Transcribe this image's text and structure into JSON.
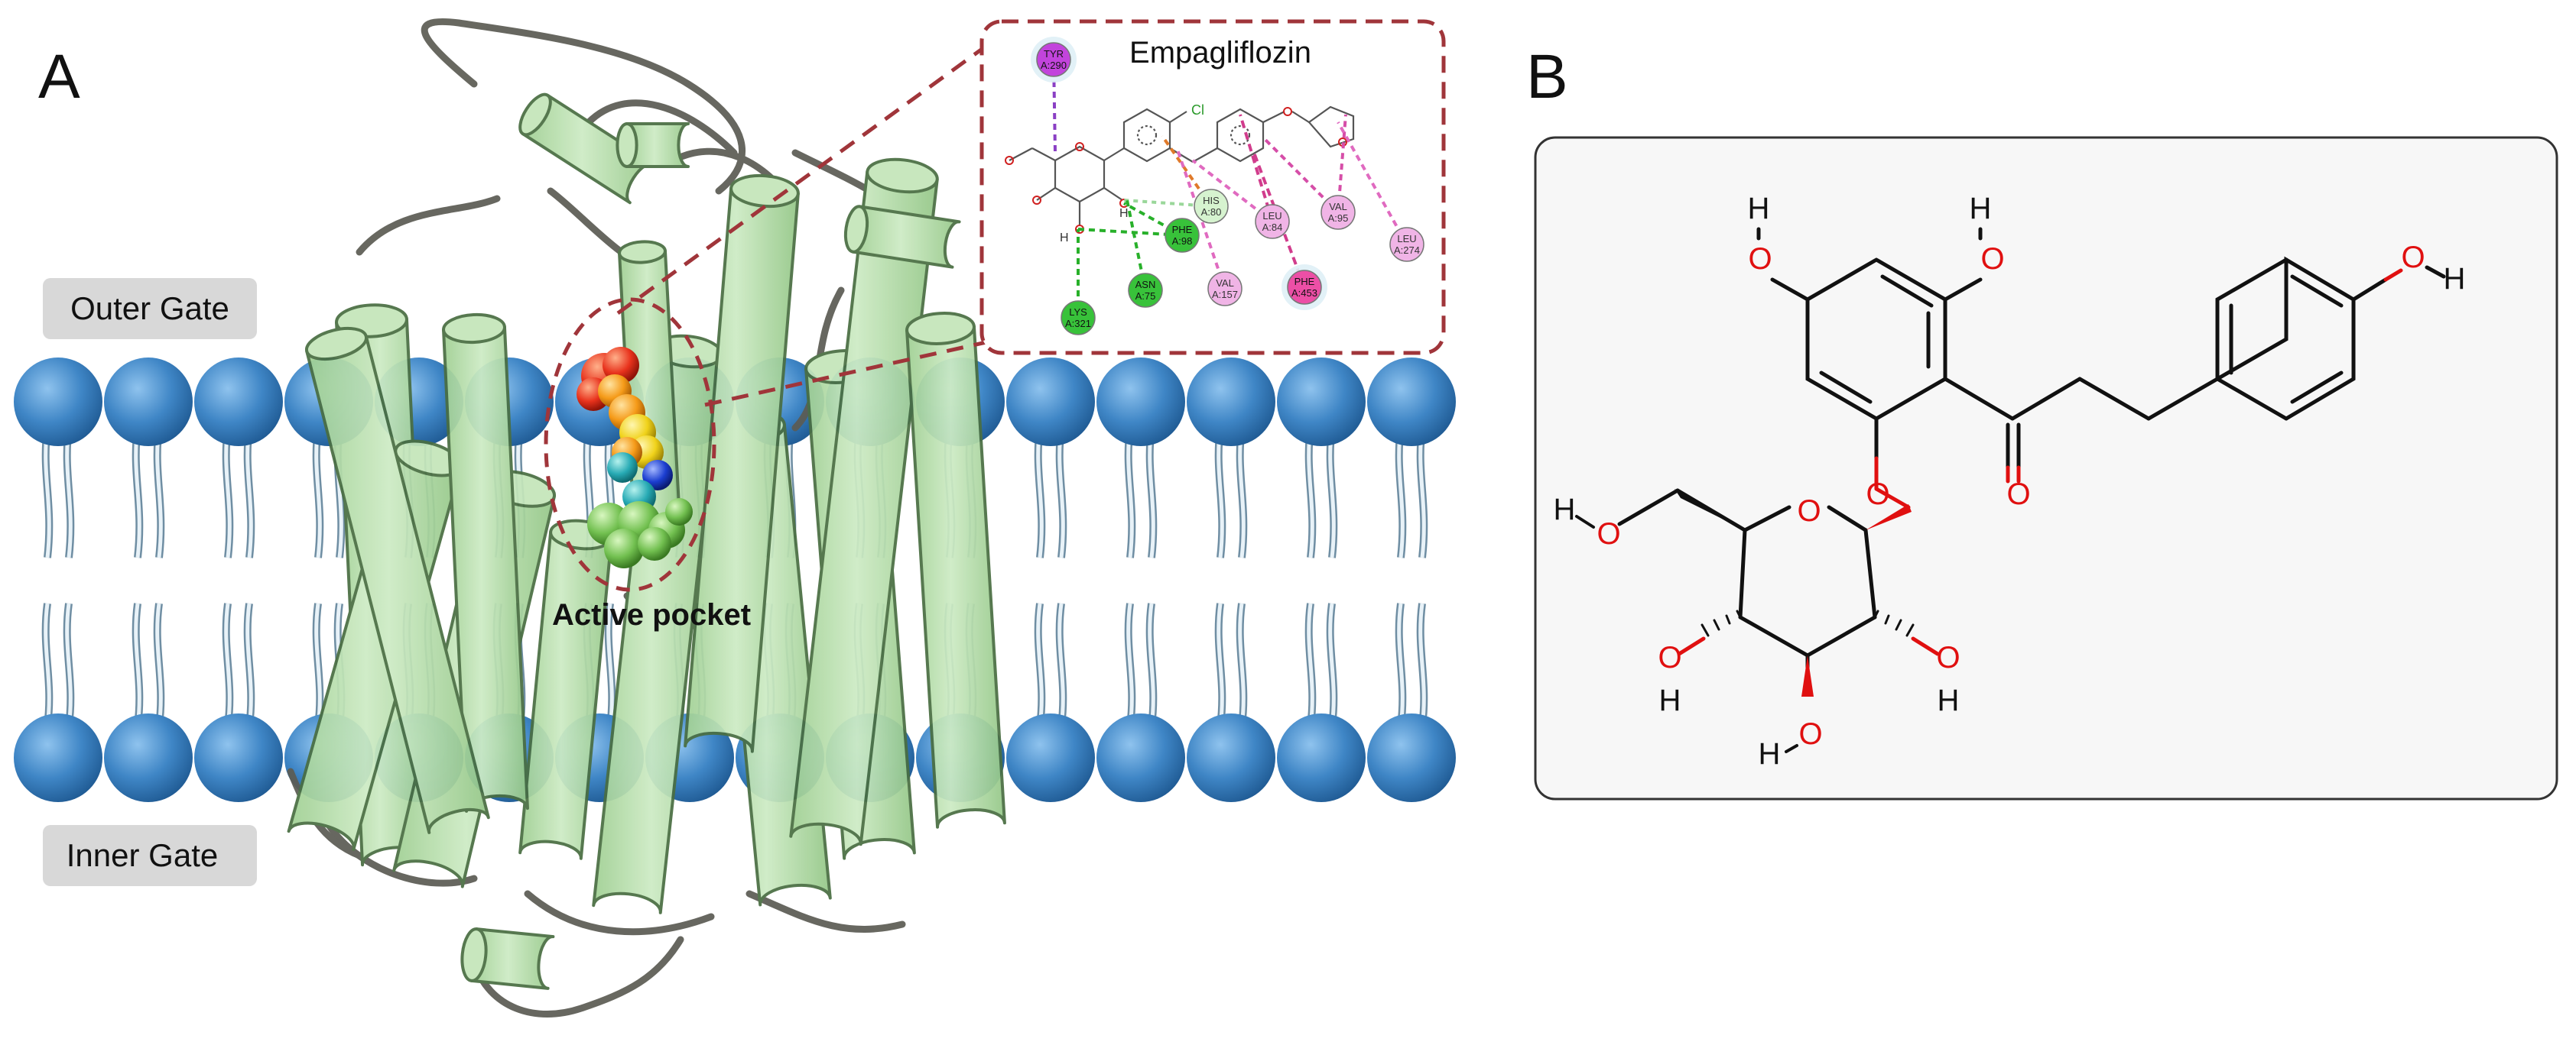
{
  "panels": {
    "a": {
      "letter": "A"
    },
    "b": {
      "letter": "B"
    }
  },
  "gates": {
    "outer": "Outer Gate",
    "inner": "Inner Gate"
  },
  "active_pocket_label": "Active pocket",
  "inset": {
    "title": "Empagliflozin",
    "residues": [
      {
        "id": "tyr290",
        "name": "TYR",
        "num": "A:290",
        "kind": "purple"
      },
      {
        "id": "his80",
        "name": "HIS",
        "num": "A:80",
        "kind": "lightgreen"
      },
      {
        "id": "leu84",
        "name": "LEU",
        "num": "A:84",
        "kind": "pink"
      },
      {
        "id": "val95",
        "name": "VAL",
        "num": "A:95",
        "kind": "pink"
      },
      {
        "id": "leu274",
        "name": "LEU",
        "num": "A:274",
        "kind": "pink"
      },
      {
        "id": "phe98",
        "name": "PHE",
        "num": "A:98",
        "kind": "green"
      },
      {
        "id": "asn75",
        "name": "ASN",
        "num": "A:75",
        "kind": "green"
      },
      {
        "id": "val157",
        "name": "VAL",
        "num": "A:157",
        "kind": "pink"
      },
      {
        "id": "phe453",
        "name": "PHE",
        "num": "A:453",
        "kind": "magenta"
      },
      {
        "id": "lys321",
        "name": "LYS",
        "num": "A:321",
        "kind": "green"
      }
    ],
    "ligand_atoms": {
      "chlorine": "Cl",
      "hydrogen": "H"
    }
  },
  "molecule": {
    "oxygen": "O",
    "hydrogen": "H"
  },
  "colors": {
    "helix": "#b5dca8",
    "helix_stroke": "#4a6e42",
    "lipid_head": "#3a7fc0",
    "oxygen": "#e01010",
    "pocket_dash": "#a0353a",
    "purple": "#c244dc",
    "green": "#38c23a",
    "lightgreen": "#d6f3cf",
    "pink": "#f0b4e6",
    "magenta": "#ec4fa6"
  }
}
